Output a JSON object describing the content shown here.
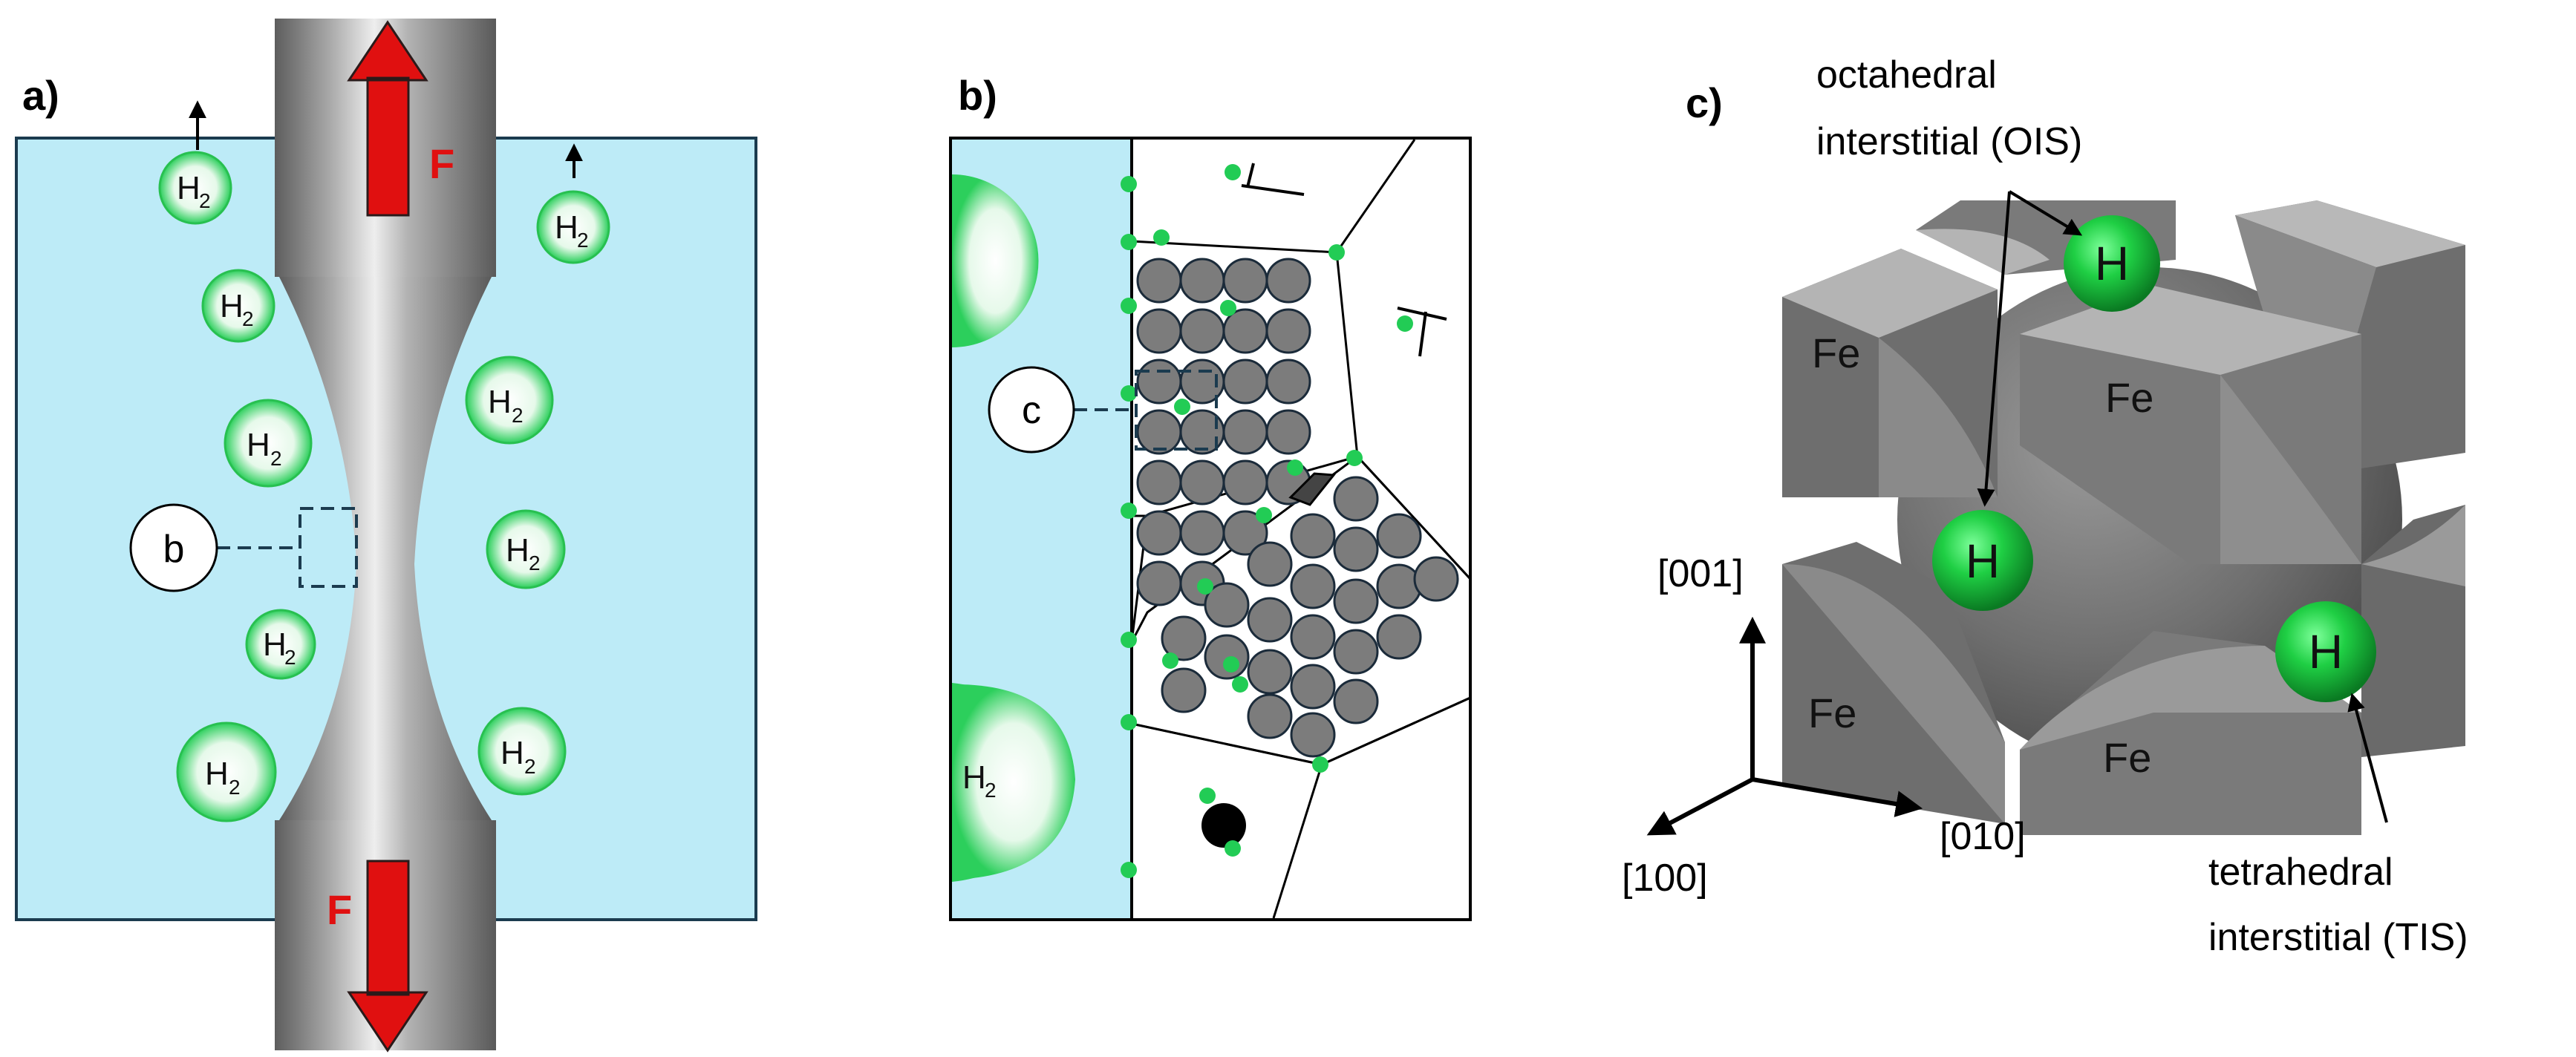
{
  "panel_a": {
    "label": "a)",
    "force_label": "F",
    "h2_text": "H",
    "h2_sub": "2",
    "callout": "b"
  },
  "panel_b": {
    "label": "b)",
    "callout": "c",
    "h2_text": "H",
    "h2_sub": "2"
  },
  "panel_c": {
    "label": "c)",
    "ois_line1": "octahedral",
    "ois_line2": "interstitial (OIS)",
    "tis_line1": "tetrahedral",
    "tis_line2": "interstitial (TIS)",
    "fe": "Fe",
    "h": "H",
    "axis_001": "[001]",
    "axis_010": "[010]",
    "axis_100": "[100]"
  },
  "colors": {
    "electrolyte": "#bdebf7",
    "hydrogen": "#22cc55",
    "force_arrow": "#e01010",
    "grain": "#7c7c7c",
    "steel": "#8e8e8e"
  }
}
